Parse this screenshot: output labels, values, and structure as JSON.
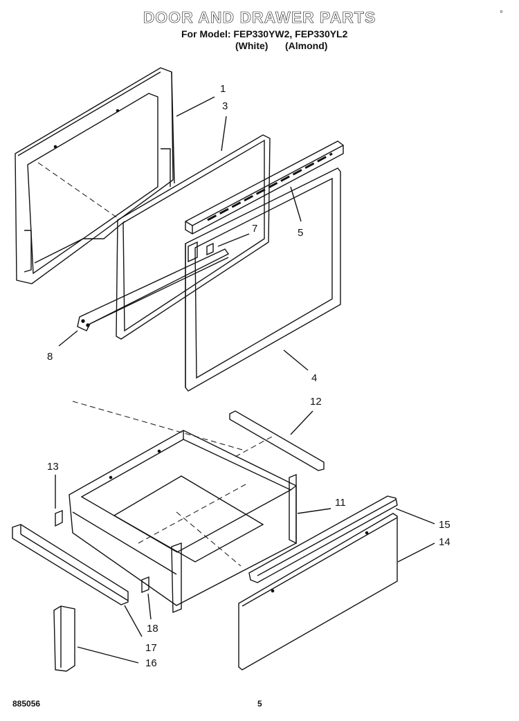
{
  "header": {
    "title": "DOOR AND DRAWER PARTS",
    "model_line": "For Model: FEP330YW2, FEP330YL2",
    "variant_white": "(White)",
    "variant_almond": "(Almond)"
  },
  "corner_mark": "◦",
  "callouts": [
    "1",
    "3",
    "5",
    "7",
    "8",
    "4",
    "12",
    "13",
    "11",
    "15",
    "14",
    "18",
    "17",
    "16"
  ],
  "footer": {
    "doc_number": "885056",
    "page": "5"
  }
}
